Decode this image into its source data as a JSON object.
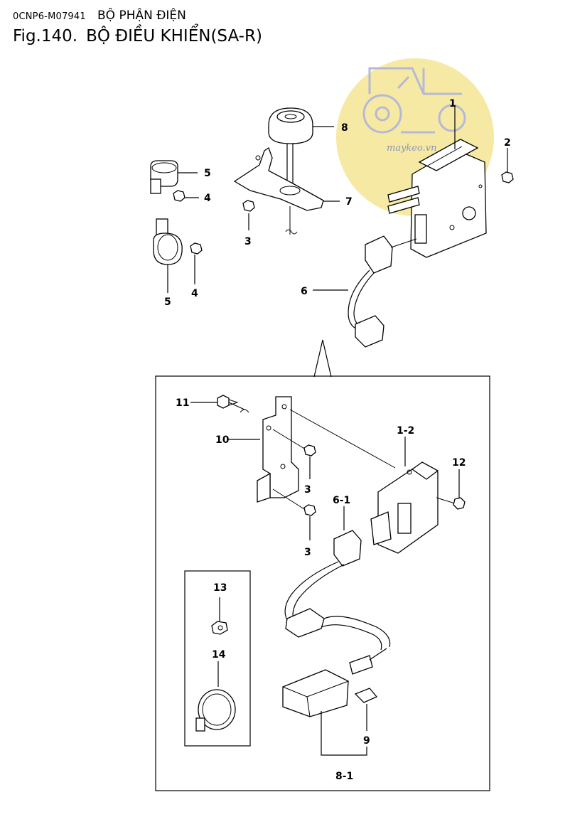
{
  "header": {
    "code": "0CNP6-M07941",
    "section": "BỘ PHẬN ĐIỆN",
    "figure_no": "Fig.140.",
    "figure_title": "BỘ ĐIỀU KHIỂN(SA-R)"
  },
  "watermark": {
    "text": "maykeo.vn",
    "color": "#f6e9a4"
  },
  "callouts": {
    "c1": "1",
    "c2": "2",
    "c3a": "3",
    "c4a": "4",
    "c4b": "4",
    "c5a": "5",
    "c5b": "5",
    "c6": "6",
    "c7": "7",
    "c8": "8",
    "c11": "11",
    "c10": "10",
    "c12": "12",
    "c1_2": "1-2",
    "c3b": "3",
    "c3c": "3",
    "c6_1": "6-1",
    "c13": "13",
    "c14": "14",
    "c9": "9",
    "c8_1": "8-1"
  }
}
